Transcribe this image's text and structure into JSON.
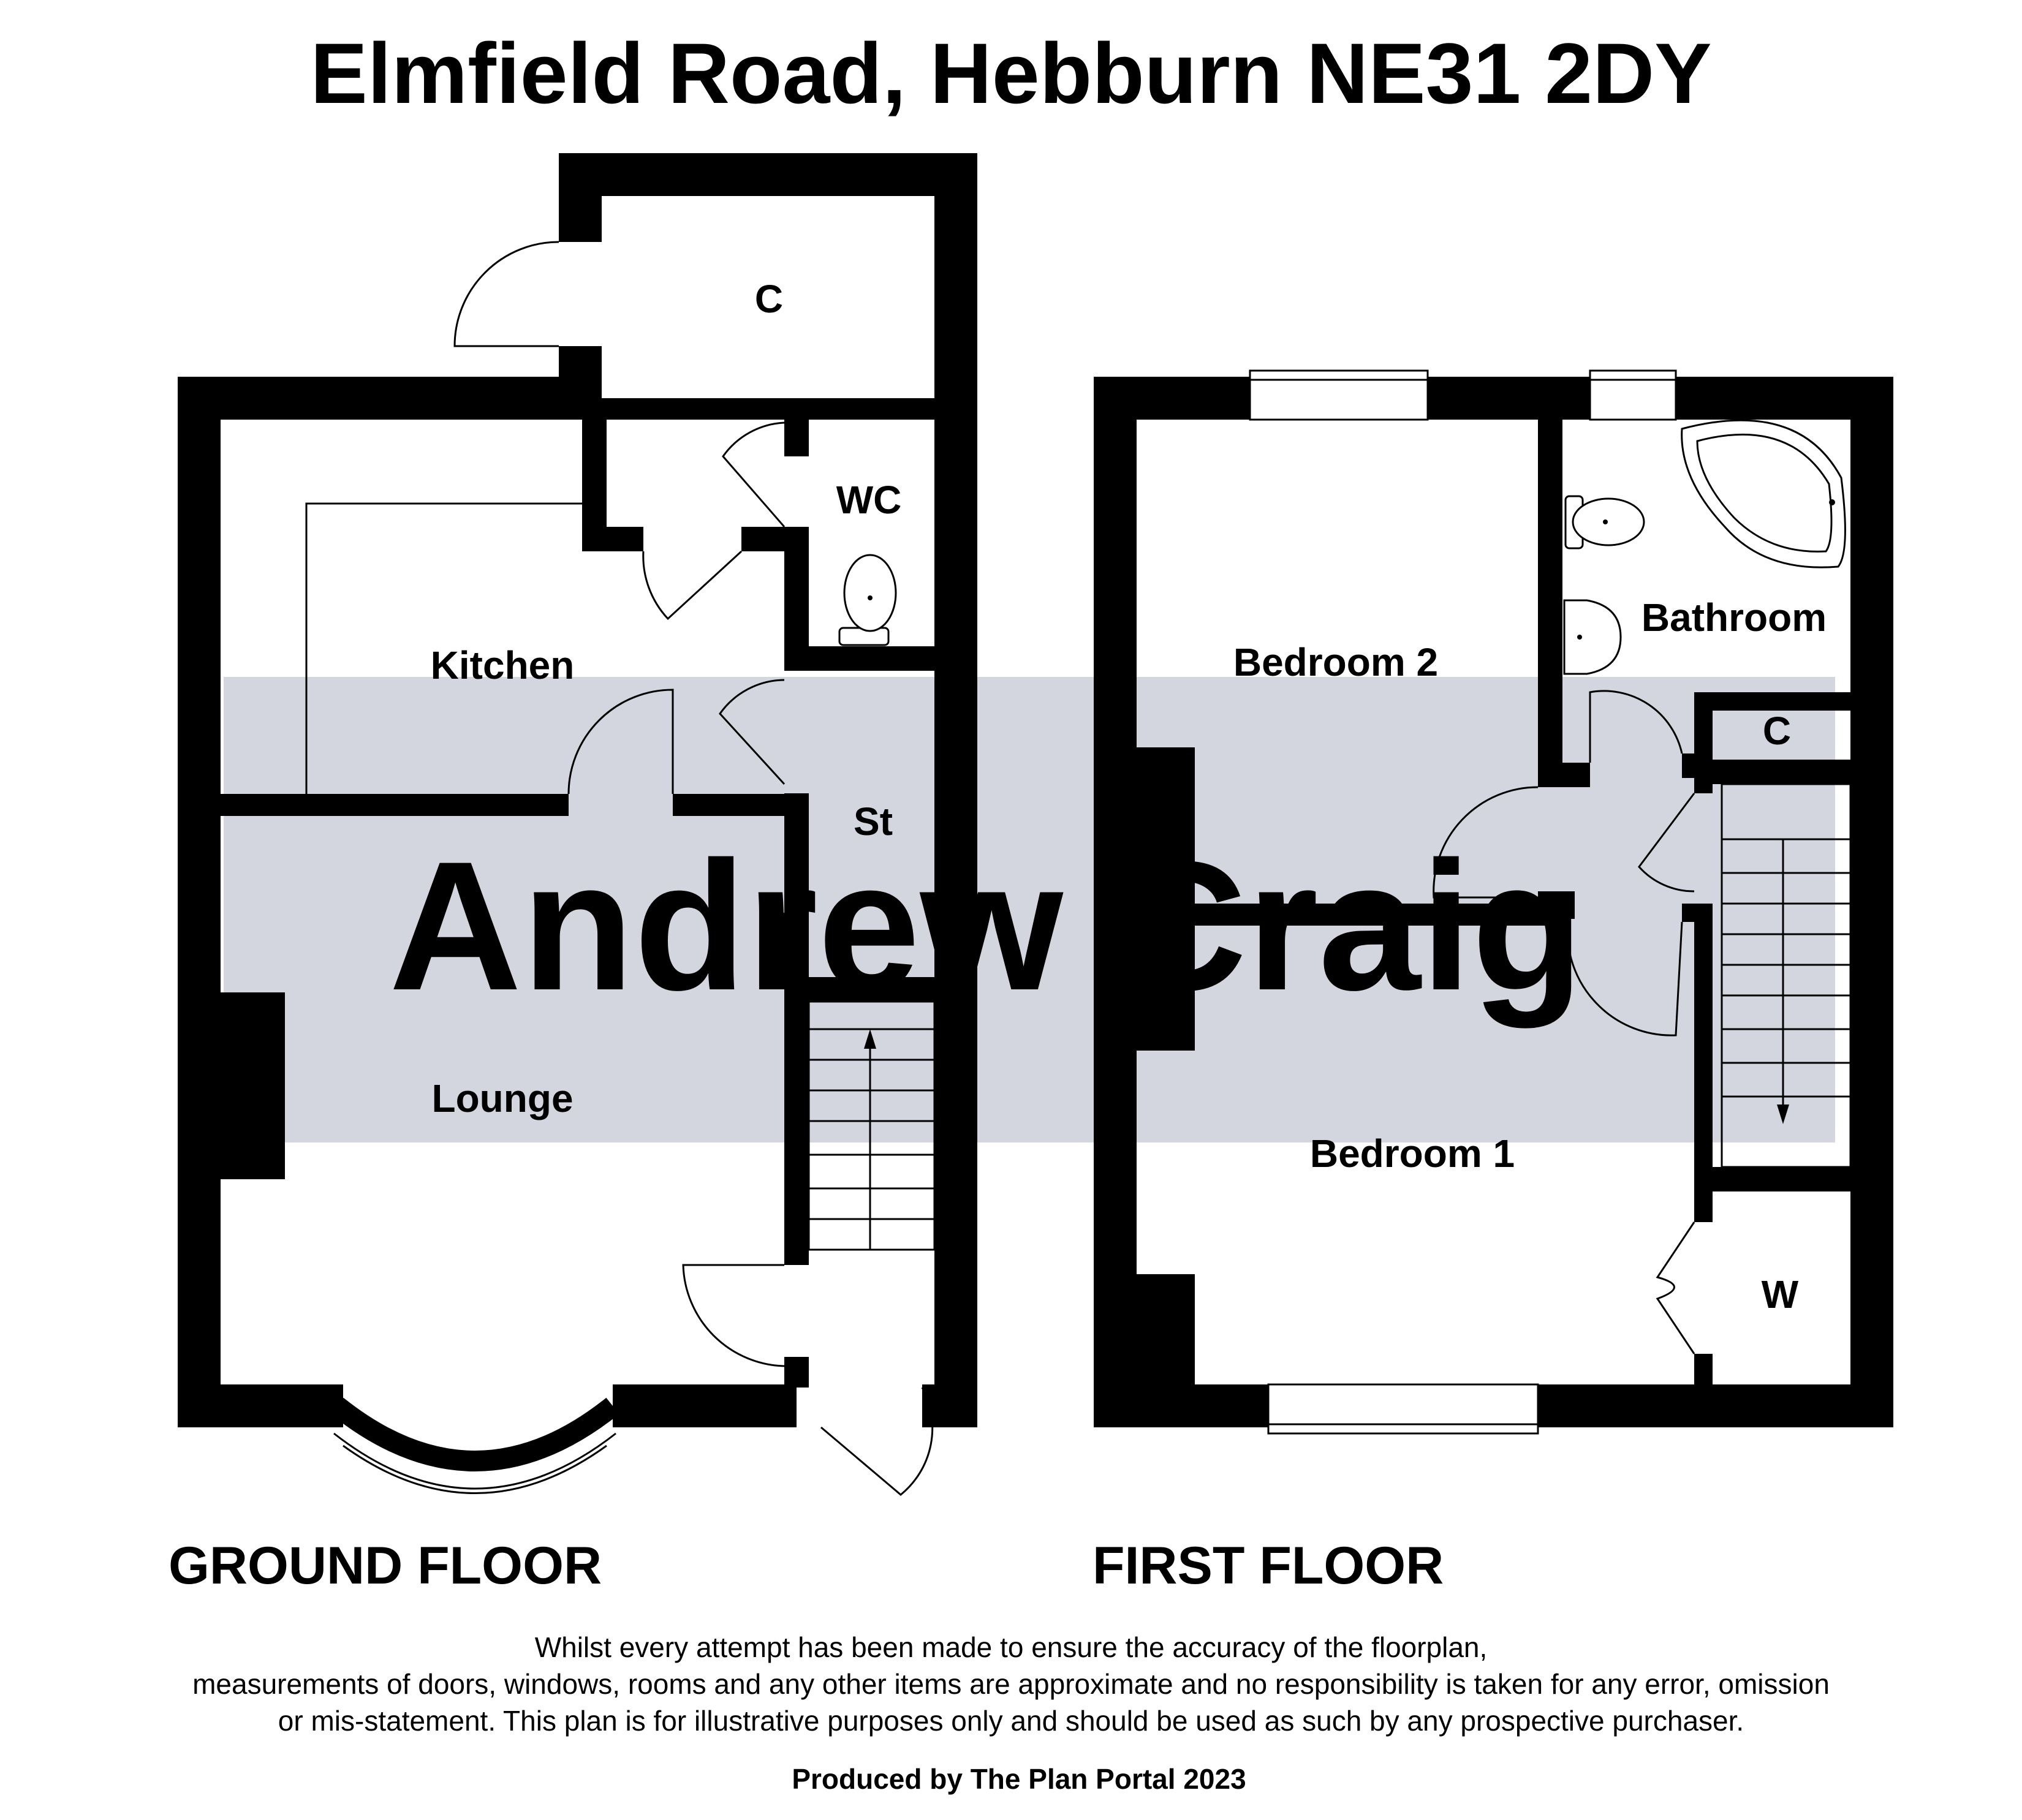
{
  "title": "Elmfield Road, Hebburn NE31 2DY",
  "watermark": "Andrew Craig",
  "colors": {
    "walls": "#000000",
    "watermark_band": "#d3d6de",
    "background": "#ffffff"
  },
  "ground_floor": {
    "label": "GROUND FLOOR",
    "rooms": {
      "cupboard": "C",
      "wc": "WC",
      "kitchen": "Kitchen",
      "store": "St",
      "lounge": "Lounge"
    }
  },
  "first_floor": {
    "label": "FIRST FLOOR",
    "rooms": {
      "bedroom2": "Bedroom 2",
      "bathroom": "Bathroom",
      "cupboard": "C",
      "bedroom1": "Bedroom 1",
      "wardrobe": "W"
    }
  },
  "disclaimer": {
    "line1": "Whilst every attempt has been made to ensure the accuracy of the floorplan,",
    "line2": "measurements of doors, windows, rooms and any other items are approximate and no responsibility is taken for any error, omission",
    "line3": "or mis-statement. This plan is for illustrative purposes only and should be used as such by any prospective purchaser."
  },
  "credit": "Produced by The Plan Portal 2023"
}
